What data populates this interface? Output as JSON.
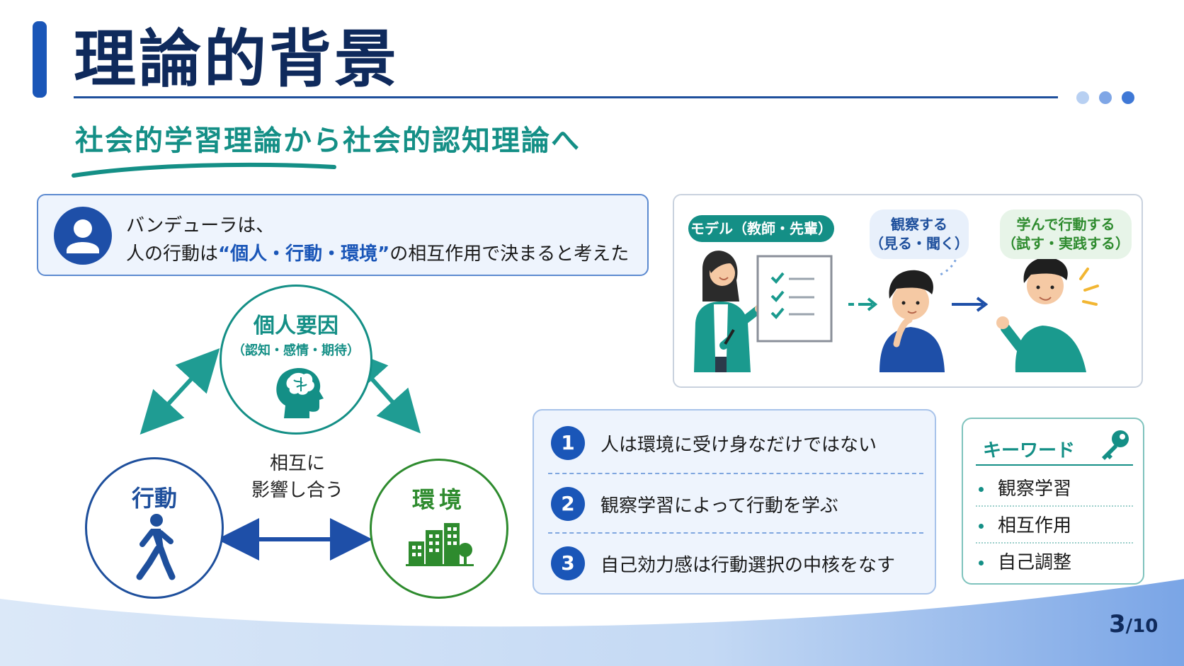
{
  "header": {
    "title": "理論的背景",
    "subtitle": "社会的学習理論から社会的認知理論へ",
    "dot_colors": [
      "#b8d0f2",
      "#7fa6e6",
      "#3f78d6"
    ]
  },
  "intro": {
    "avatar_icon": "user-icon",
    "line1": "バンデューラは、",
    "line2_prefix": "人の行動は",
    "line2_highlight": "“個人・行動・環境”",
    "line2_suffix": "の相互作用で決まると考えた"
  },
  "triad": {
    "personal": {
      "title": "個人要因",
      "sub": "（認知・感情・期待）",
      "icon": "brain-head-icon",
      "color": "#148f86"
    },
    "behavior": {
      "title": "行動",
      "icon": "walking-person-icon",
      "color": "#1e4f9c"
    },
    "environment": {
      "title": "環境",
      "icon": "buildings-tree-icon",
      "color": "#2e8b2e"
    },
    "mutual_line1": "相互に",
    "mutual_line2": "影響し合う"
  },
  "scene": {
    "model_label": "モデル（教師・先輩）",
    "observe_line1": "観察する",
    "observe_line2": "（見る・聞く）",
    "act_line1": "学んで行動する",
    "act_line2": "（試す・実践する）"
  },
  "points": [
    {
      "num": "1",
      "text": "人は環境に受け身なだけではない"
    },
    {
      "num": "2",
      "text": "観察学習によって行動を学ぶ"
    },
    {
      "num": "3",
      "text": "自己効力感は行動選択の中核をなす"
    }
  ],
  "keywords": {
    "heading": "キーワード",
    "icon": "key-icon",
    "items": [
      "観察学習",
      "相互作用",
      "自己調整"
    ]
  },
  "pagination": {
    "current": "3",
    "total": "/10"
  }
}
